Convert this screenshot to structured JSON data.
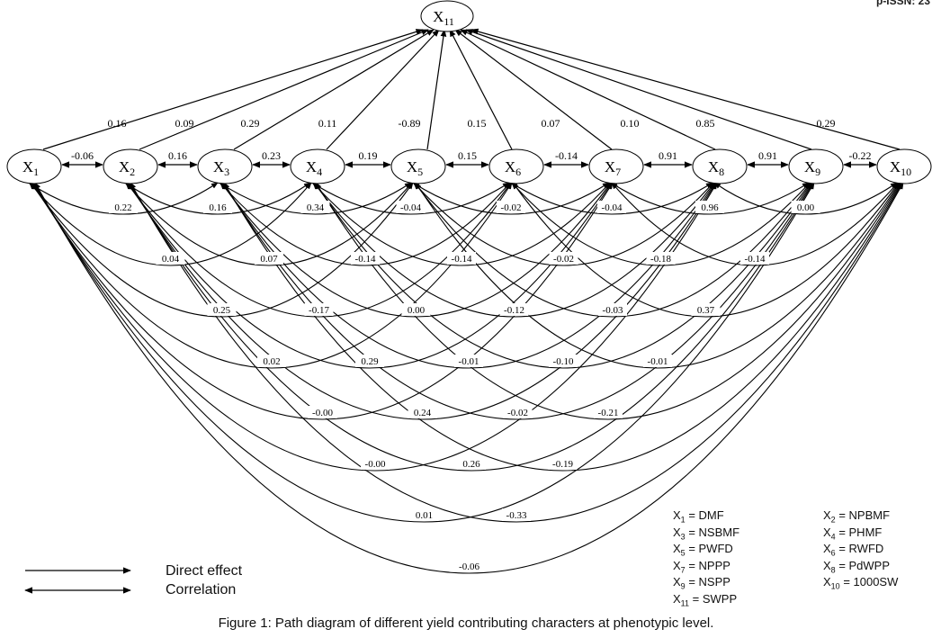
{
  "header": {
    "issn": "p-ISSN: 23"
  },
  "nodes": [
    {
      "id": "X1",
      "base": "X",
      "sub": "1"
    },
    {
      "id": "X2",
      "base": "X",
      "sub": "2"
    },
    {
      "id": "X3",
      "base": "X",
      "sub": "3"
    },
    {
      "id": "X4",
      "base": "X",
      "sub": "4"
    },
    {
      "id": "X5",
      "base": "X",
      "sub": "5"
    },
    {
      "id": "X6",
      "base": "X",
      "sub": "6"
    },
    {
      "id": "X7",
      "base": "X",
      "sub": "7"
    },
    {
      "id": "X8",
      "base": "X",
      "sub": "8"
    },
    {
      "id": "X9",
      "base": "X",
      "sub": "9"
    },
    {
      "id": "X10",
      "base": "X",
      "sub": "10"
    },
    {
      "id": "X11",
      "base": "X",
      "sub": "11"
    }
  ],
  "direct_effects": [
    "0.16",
    "0.09",
    "0.29",
    "0.11",
    "-0.89",
    "0.15",
    "0.07",
    "0.10",
    "0.85",
    "0.29"
  ],
  "adjacent_correlations": [
    "-0.06",
    "0.16",
    "0.23",
    "0.19",
    "0.15",
    "-0.14",
    "0.91",
    "0.91",
    "-0.22"
  ],
  "correlations": {
    "d2": [
      "0.22",
      "0.16",
      "0.34",
      "-0.04",
      "-0.02",
      "-0.04",
      "0.96",
      "0.00"
    ],
    "d3": [
      "0.04",
      "0.07",
      "-0.14",
      "-0.14",
      "-0.02",
      "-0.18",
      "-0.14"
    ],
    "d4": [
      "0.25",
      "-0.17",
      "0.00",
      "-0.12",
      "-0.03",
      "0.37"
    ],
    "d5": [
      "0.02",
      "0.29",
      "-0.01",
      "-0.10",
      "-0.01"
    ],
    "d6": [
      "-0.00",
      "0.24",
      "-0.02",
      "-0.21"
    ],
    "d7": [
      "-0.00",
      "0.26",
      "-0.19"
    ],
    "d8": [
      "0.01",
      "-0.33"
    ],
    "d9": [
      "-0.06"
    ]
  },
  "legend": {
    "direct": "Direct effect",
    "correlation": "Correlation"
  },
  "key": [
    {
      "var": "X",
      "sub": "1",
      "name": "= DMF"
    },
    {
      "var": "X",
      "sub": "2",
      "name": "=  NPBMF"
    },
    {
      "var": "X",
      "sub": "3",
      "name": "= NSBMF"
    },
    {
      "var": "X",
      "sub": "4",
      "name": "=  PHMF"
    },
    {
      "var": "X",
      "sub": "5",
      "name": "= PWFD"
    },
    {
      "var": "X",
      "sub": "6",
      "name": "=  RWFD"
    },
    {
      "var": "X",
      "sub": "7",
      "name": "= NPPP"
    },
    {
      "var": "X",
      "sub": "8",
      "name": "=  PdWPP"
    },
    {
      "var": "X",
      "sub": "9",
      "name": "= NSPP"
    },
    {
      "var": "X",
      "sub": "10",
      "name": "= 1000SW"
    },
    {
      "var": "X",
      "sub": "11",
      "name": "= SWPP"
    }
  ],
  "caption": "Figure 1: Path diagram of different yield contributing characters at phenotypic level."
}
